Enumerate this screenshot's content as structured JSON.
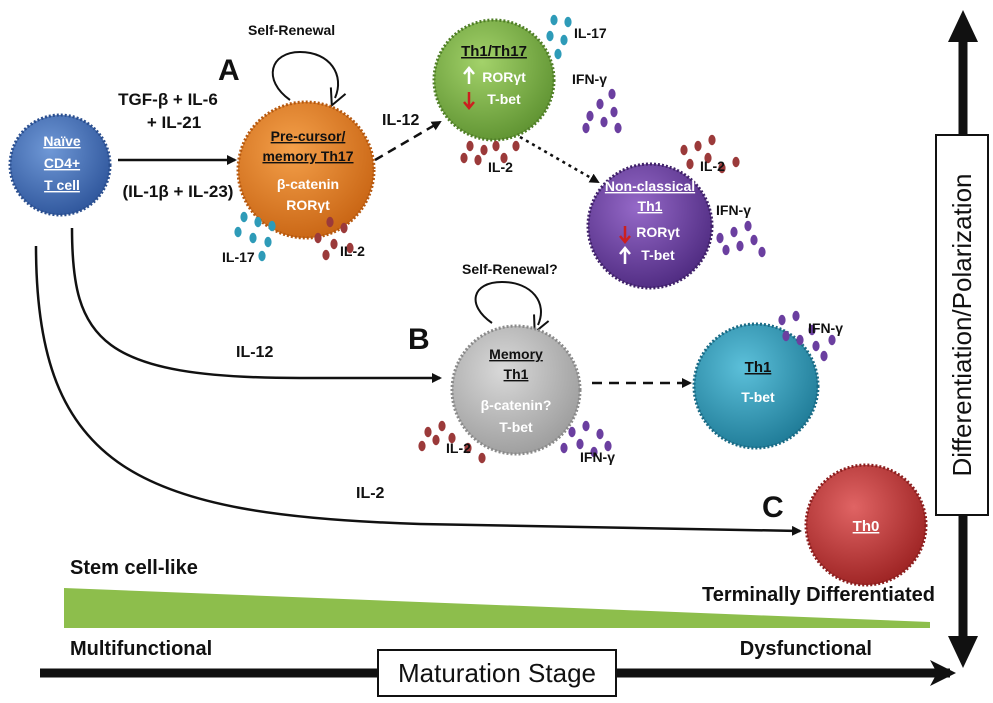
{
  "cells": {
    "naive": {
      "lines": [
        "Naïve",
        "CD4+",
        "T cell"
      ],
      "color": "#3F6DB6"
    },
    "precursor": {
      "lines": [
        "Pre-cursor/",
        "memory Th17",
        "β-catenin",
        "RORγt"
      ],
      "color": "#E07B1F"
    },
    "th1th17": {
      "title": "Th1/Th17",
      "lines": [
        "RORγt",
        "T-bet"
      ],
      "color": "#7DB544"
    },
    "nonclassical": {
      "title": [
        "Non-classical",
        "Th1"
      ],
      "lines": [
        "RORγt",
        "T-bet"
      ],
      "color": "#6B3FA0"
    },
    "memoryth1": {
      "title": [
        "Memory",
        "Th1"
      ],
      "lines": [
        "β-catenin?",
        "T-bet"
      ],
      "color": "#B8B8B8"
    },
    "th1": {
      "title": "Th1",
      "lines": [
        "T-bet"
      ],
      "color": "#2E9BB8"
    },
    "th0": {
      "title": "Th0",
      "color": "#C03434"
    }
  },
  "cytokines": {
    "il17": "IL-17",
    "il2": "IL-2",
    "ifng": "IFN-γ",
    "il12": "IL-12"
  },
  "conditions": {
    "line1": "TGF-β + IL-6",
    "line2": "+ IL-21",
    "line3": "(IL-1β  + IL-23)"
  },
  "panel_letters": {
    "a": "A",
    "b": "B",
    "c": "C"
  },
  "self_renewal": {
    "a": "Self-Renewal",
    "b": "Self-Renewal?"
  },
  "axis": {
    "vertical": "Differentiation/Polarization",
    "horizontal": "Maturation Stage",
    "left_top": "Stem cell-like",
    "right_top": "Terminally Differentiated",
    "left_bottom": "Multifunctional",
    "right_bottom": "Dysfunctional"
  },
  "colors": {
    "il17_dot": "#2E9BB8",
    "il2_dot": "#9B3A3A",
    "ifng_dot": "#6B3FA0",
    "gradient": "#8DBE4C",
    "up_arrow": "#ffffff",
    "down_arrow": "#CC1F1F"
  }
}
